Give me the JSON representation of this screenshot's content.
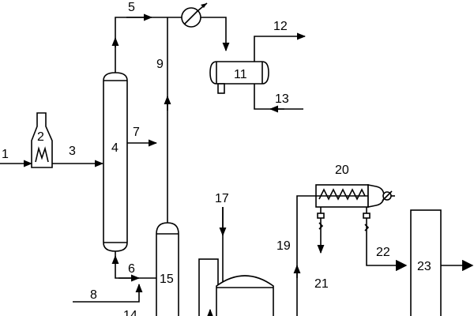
{
  "labels": {
    "l1": "1",
    "l2": "2",
    "l3": "3",
    "l4": "4",
    "l5": "5",
    "l7": "7",
    "l8": "8",
    "l9": "9",
    "l11": "11",
    "l12": "12",
    "l13": "13",
    "l14": "14",
    "l15": "15",
    "l17": "17",
    "l19": "19",
    "l20": "20",
    "l21": "21",
    "l22": "22",
    "l23": "23",
    "l6": "6"
  }
}
